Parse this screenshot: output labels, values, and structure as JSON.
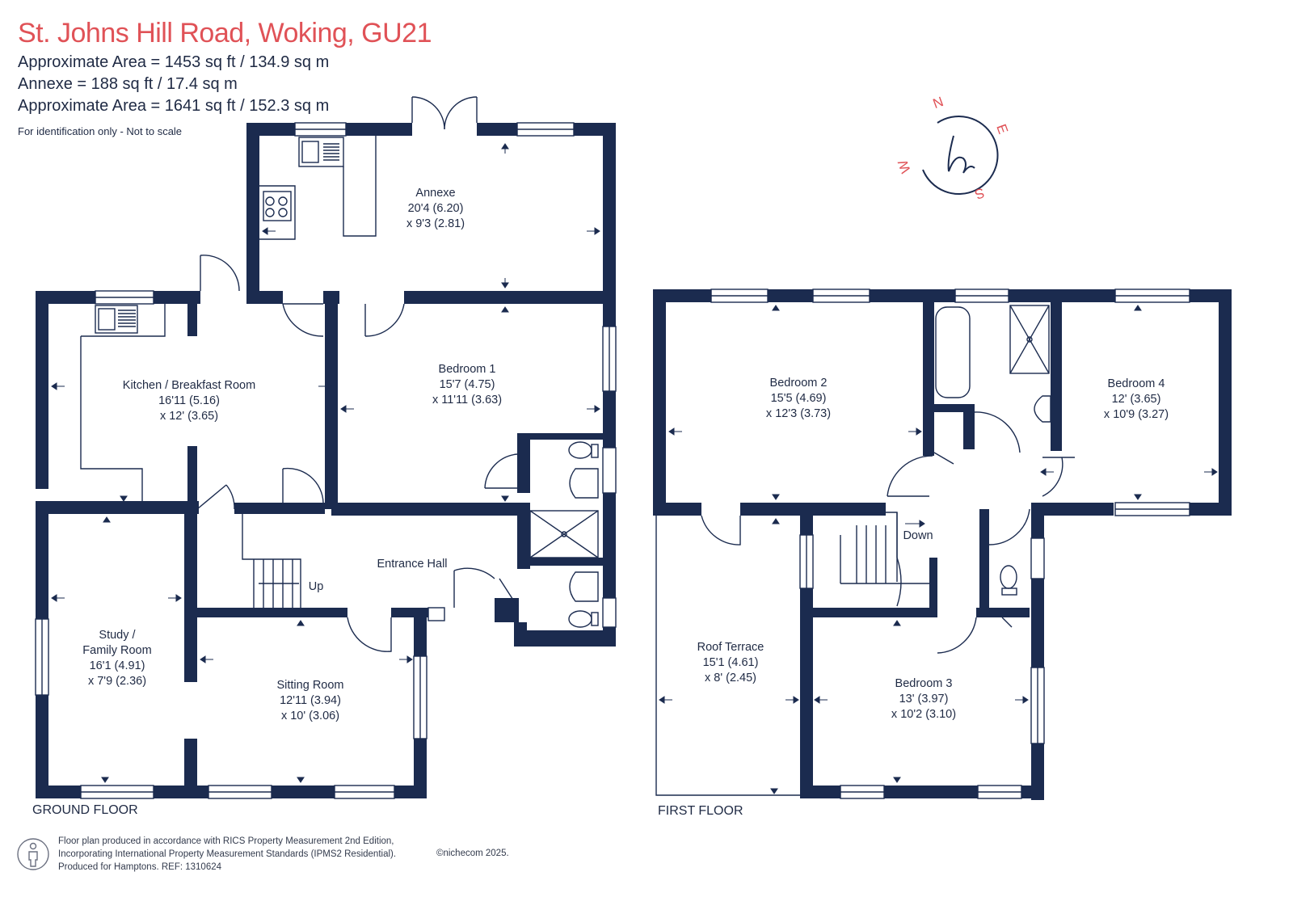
{
  "header": {
    "title": "St. Johns Hill Road, Woking, GU21",
    "area_lines": [
      "Approximate Area = 1453 sq ft / 134.9 sq m",
      "Annexe = 188 sq ft / 17.4 sq m",
      "Approximate Area = 1641 sq ft / 152.3 sq m"
    ],
    "note": "For identification only - Not to scale"
  },
  "compass": {
    "north": "N",
    "east": "E",
    "south": "S",
    "west": "W"
  },
  "colors": {
    "title": "#e05257",
    "walls": "#1b2b4f",
    "compass": "#e05257",
    "text": "#1f2a44"
  },
  "ground_floor": {
    "label": "GROUND FLOOR",
    "rooms": [
      {
        "name": "Annexe",
        "dim1": "20'4 (6.20)",
        "dim2": "x 9'3 (2.81)"
      },
      {
        "name": "Kitchen / Breakfast Room",
        "dim1": "16'11 (5.16)",
        "dim2": "x 12' (3.65)"
      },
      {
        "name": "Bedroom 1",
        "dim1": "15'7 (4.75)",
        "dim2": "x 11'11 (3.63)"
      },
      {
        "name": "Entrance Hall"
      },
      {
        "name_lines": [
          "Study /",
          "Family Room"
        ],
        "dim1": "16'1 (4.91)",
        "dim2": "x 7'9 (2.36)"
      },
      {
        "name": "Sitting Room",
        "dim1": "12'11 (3.94)",
        "dim2": "x 10' (3.06)"
      }
    ],
    "stairs_label": "Up"
  },
  "first_floor": {
    "label": "FIRST FLOOR",
    "rooms": [
      {
        "name": "Bedroom 2",
        "dim1": "15'5 (4.69)",
        "dim2": "x 12'3 (3.73)"
      },
      {
        "name": "Bedroom 4",
        "dim1": "12' (3.65)",
        "dim2": "x 10'9 (3.27)"
      },
      {
        "name": "Roof Terrace",
        "dim1": "15'1 (4.61)",
        "dim2": "x 8' (2.45)"
      },
      {
        "name": "Bedroom 3",
        "dim1": "13' (3.97)",
        "dim2": "x 10'2 (3.10)"
      }
    ],
    "stairs_label": "Down"
  },
  "footer": {
    "lines": [
      "Floor plan produced in accordance with RICS Property Measurement 2nd Edition,",
      "Incorporating International Property Measurement Standards (IPMS2 Residential).",
      "Produced for Hamptons.   REF:  1310624"
    ],
    "copyright": "©nichecom 2025."
  }
}
